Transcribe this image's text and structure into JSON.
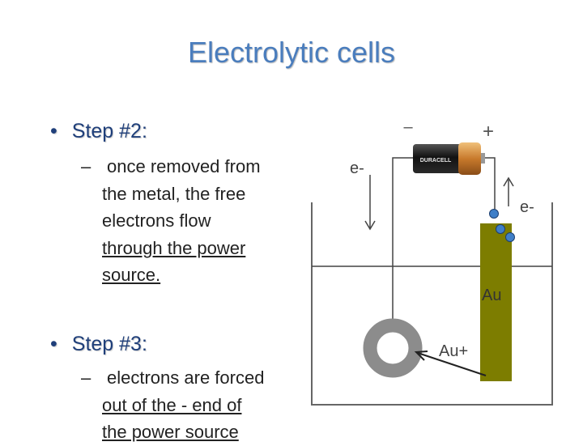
{
  "title": "Electrolytic cells",
  "bullets": [
    {
      "label": "Step #2:",
      "dash": "–",
      "line1": "once removed from",
      "line2": "the metal, the free",
      "line3": "electrons flow",
      "line4": "through the power",
      "line5": "source."
    },
    {
      "label": "Step #3:",
      "dash": "–",
      "line1": "electrons are forced",
      "line2": "out of the - end of",
      "line3": "the power source"
    }
  ],
  "diagram": {
    "minus_sign": "–",
    "plus_sign": "+",
    "battery_brand": "DURACELL",
    "electron_left": "e-",
    "electron_right": "e-",
    "metal_label": "Au",
    "ion_label": "Au+"
  },
  "colors": {
    "title": "#4a7dbd",
    "gold_electrode": "#7d7d00",
    "electron_dot": "#3f7fc8",
    "ring": "#8c8c8c"
  }
}
